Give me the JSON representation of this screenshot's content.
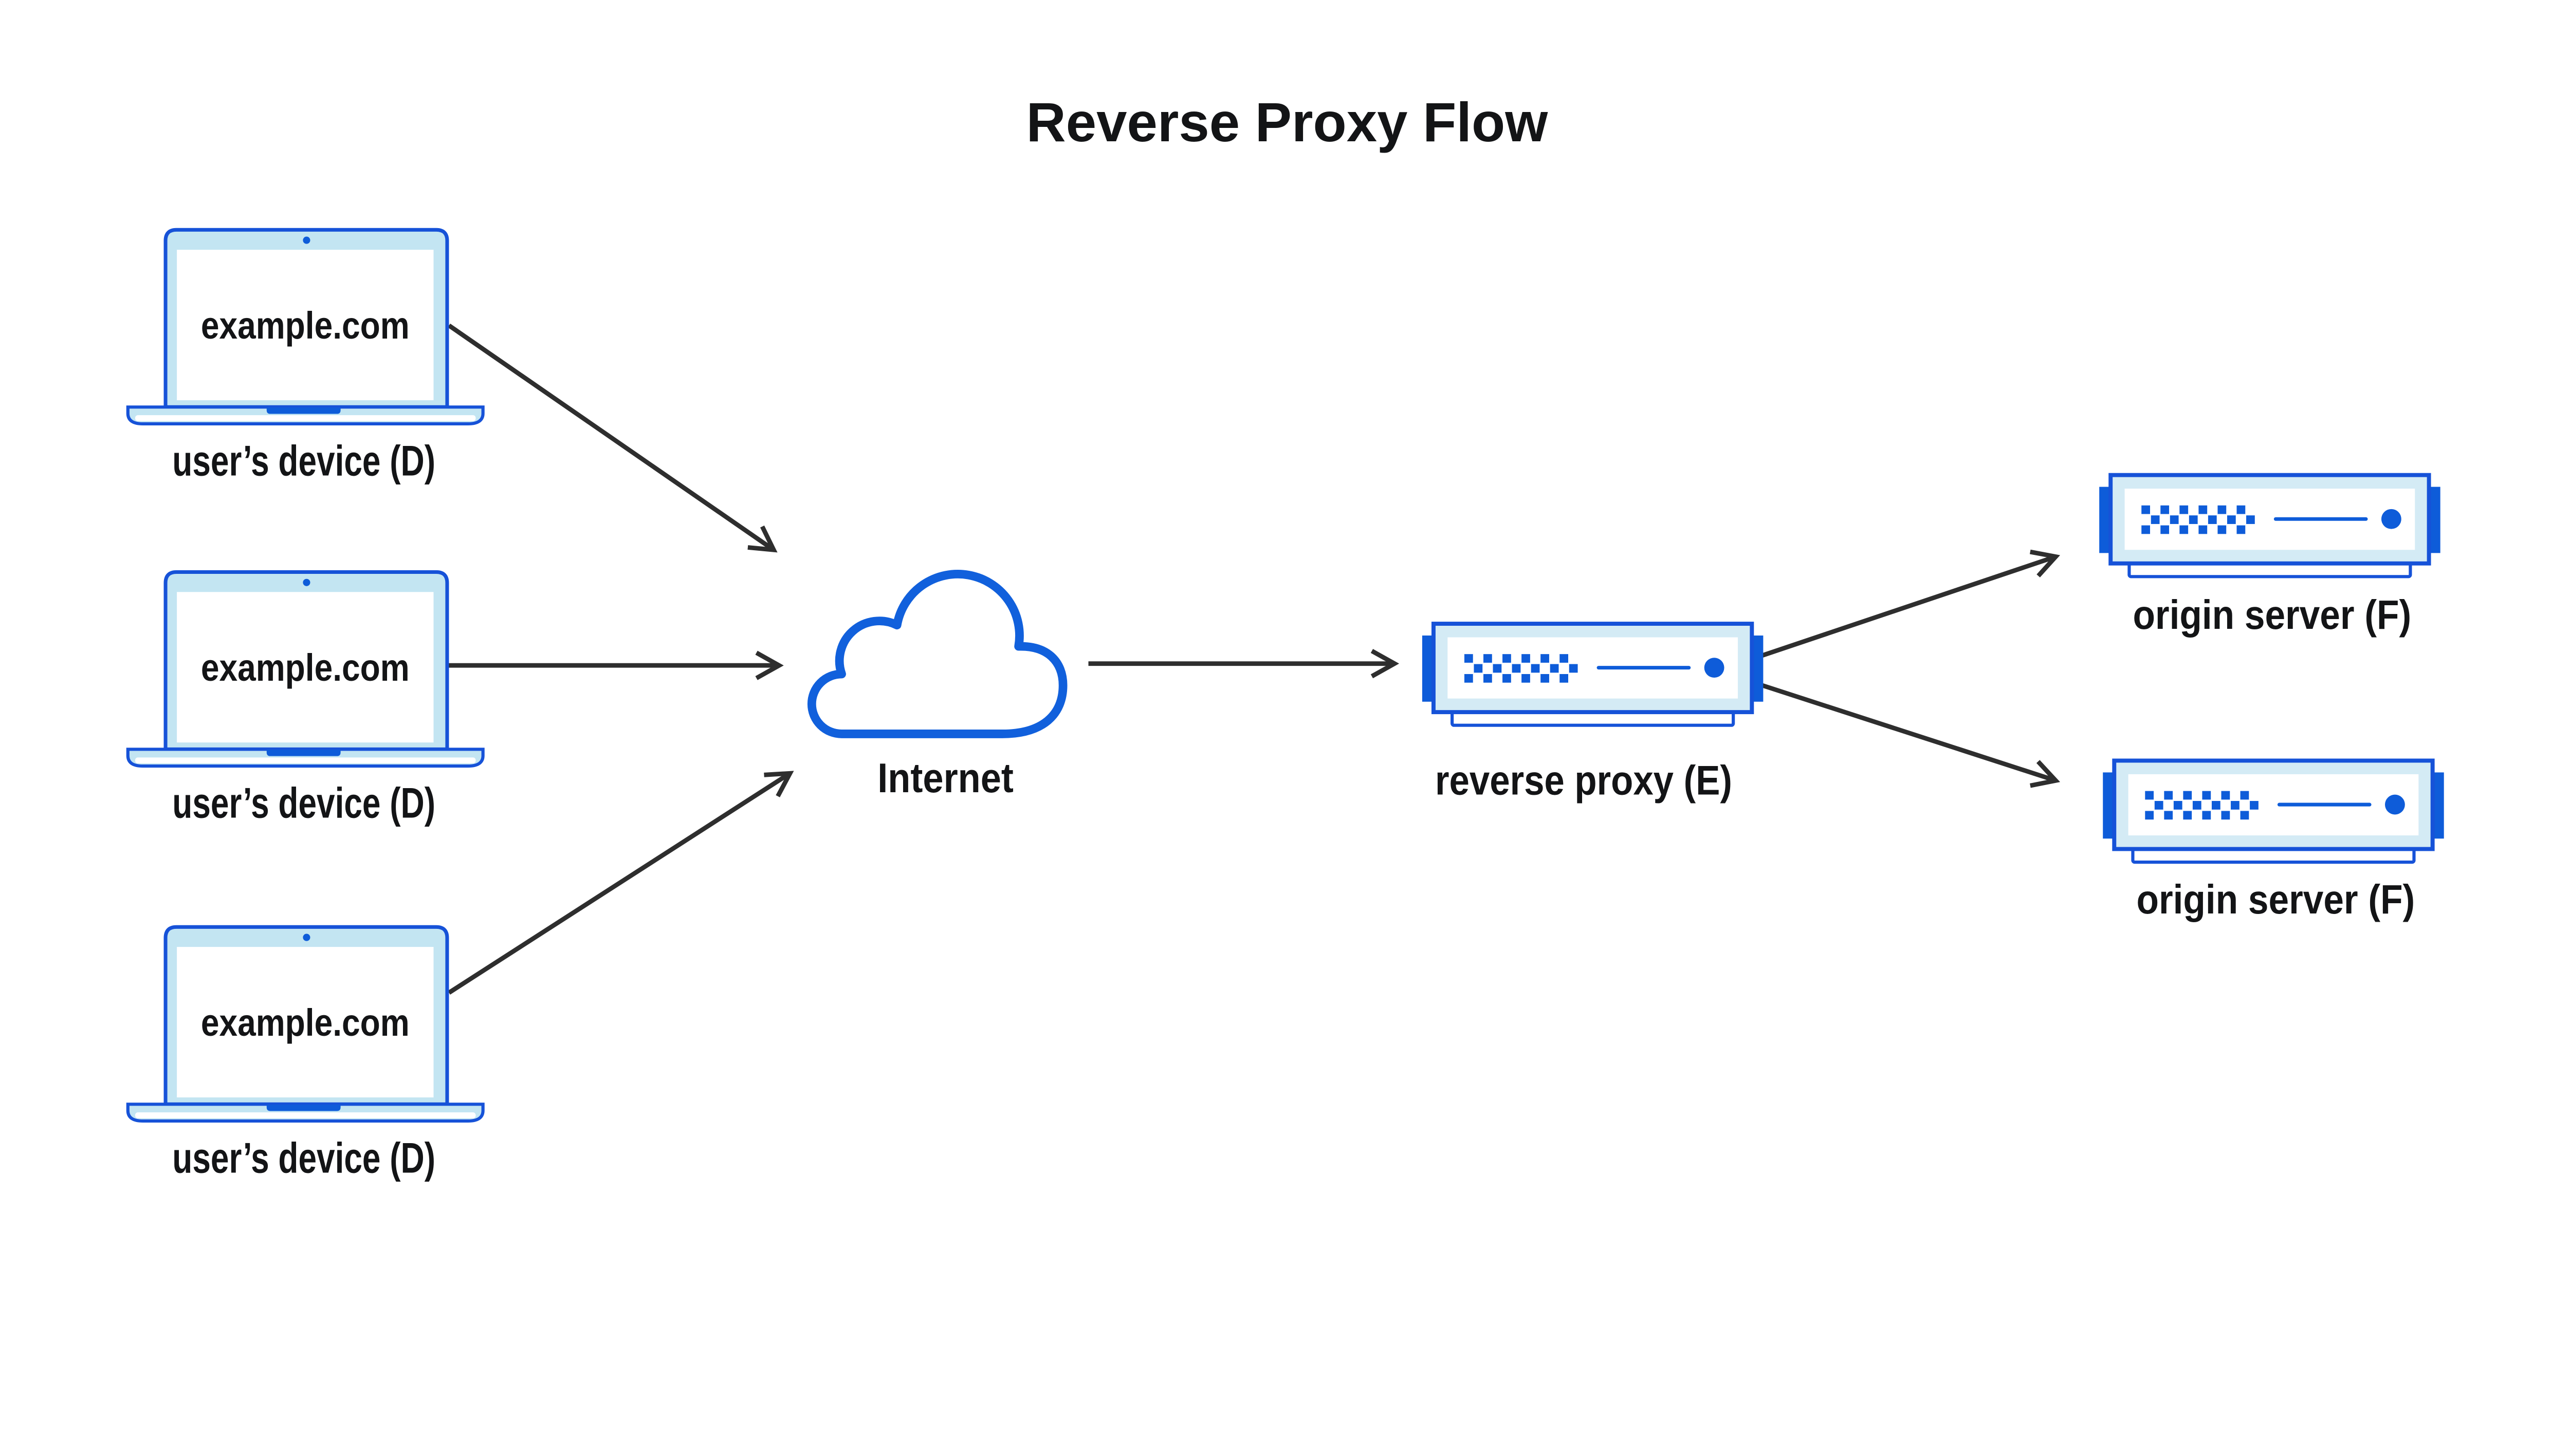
{
  "title": "Reverse Proxy Flow",
  "colors": {
    "diagram_outline_blue": "#1652D8",
    "accent_blue": "#0E5CD9",
    "cloud_blue": "#1160DC",
    "laptop_fill": "#C3E5F2",
    "server_fill": "#D4EBF5",
    "arrow": "#2E2E2E",
    "text": "#131416",
    "background": "#FFFFFF"
  },
  "nodes": {
    "devices": [
      {
        "screen_text": "example.com",
        "label": "user’s device (D)"
      },
      {
        "screen_text": "example.com",
        "label": "user’s device (D)"
      },
      {
        "screen_text": "example.com",
        "label": "user’s device (D)"
      }
    ],
    "internet": {
      "label": "Internet"
    },
    "reverse_proxy": {
      "label": "reverse proxy (E)"
    },
    "origin_servers": [
      {
        "label": "origin server (F)"
      },
      {
        "label": "origin server (F)"
      }
    ]
  },
  "edges": [
    {
      "from": "user’s device (D) #1",
      "to": "Internet"
    },
    {
      "from": "user’s device (D) #2",
      "to": "Internet"
    },
    {
      "from": "user’s device (D) #3",
      "to": "Internet"
    },
    {
      "from": "Internet",
      "to": "reverse proxy (E)"
    },
    {
      "from": "reverse proxy (E)",
      "to": "origin server (F) #1"
    },
    {
      "from": "reverse proxy (E)",
      "to": "origin server (F) #2"
    }
  ]
}
